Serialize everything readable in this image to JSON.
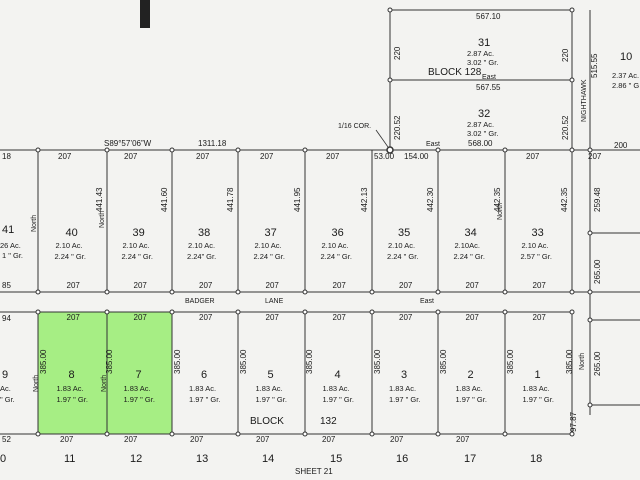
{
  "upper_block": {
    "lots": [
      {
        "num": "40",
        "acres": "2.10 Ac.",
        "gross": "2.24 \" Gr."
      },
      {
        "num": "39",
        "acres": "2.10 Ac.",
        "gross": "2.24 \" Gr."
      },
      {
        "num": "38",
        "acres": "2.10 Ac.",
        "gross": "2.24” Gr."
      },
      {
        "num": "37",
        "acres": "2.10 Ac.",
        "gross": "2.24 \" Gr."
      },
      {
        "num": "36",
        "acres": "2.10 Ac.",
        "gross": "2.24 \" Gr."
      },
      {
        "num": "35",
        "acres": "2.10 Ac.",
        "gross": "2.24 \" Gr."
      },
      {
        "num": "34",
        "acres": "2.10Ac.",
        "gross": "2.24 \" Gr."
      },
      {
        "num": "33",
        "acres": "2.10 Ac.",
        "gross": "2.57 \" Gr."
      }
    ],
    "partial_lot": {
      "num": "41",
      "acres": "26 Ac.",
      "gross": "1 \" Gr."
    },
    "depths": [
      "441.43",
      "441.60",
      "441.78",
      "441.95",
      "442.13",
      "442.30",
      "442.35",
      "442.35"
    ],
    "top_frontages": [
      "207",
      "207",
      "207",
      "207",
      "207",
      "207",
      "207"
    ],
    "bottom_frontages": [
      "207",
      "207",
      "207",
      "207",
      "207",
      "207",
      "207",
      "207"
    ],
    "left_edge_top": "18",
    "left_edge_bottom": "85"
  },
  "north_labels": [
    "North",
    "North",
    "North"
  ],
  "bearing": "S89°57’06”W",
  "bearing_distance": "1311.18",
  "corner_label": "1/16 COR.",
  "east_line": {
    "seg1": "53.00",
    "seg2": "154.00",
    "label": "East",
    "total": "568.00"
  },
  "block128": {
    "label": "BLOCK 128",
    "lot31": {
      "num": "31",
      "acres": "2.87 Ac.",
      "gross": "3.02 \" Gr.",
      "top": "567.10",
      "bottom": "567.55",
      "east": "East",
      "side_left": "220",
      "side_right": "220"
    },
    "lot32": {
      "num": "32",
      "acres": "2.87 Ac.",
      "gross": "3.02 \" Gr.",
      "side": "220.52",
      "side_right": "220.52"
    }
  },
  "right_block": {
    "lot10": {
      "num": "10",
      "acres": "2.37 Ac.",
      "gross": "2.86 \" G"
    },
    "dims": [
      "515.55",
      "200",
      "259.48",
      "265.00",
      "265.00"
    ],
    "street": "NIGHTHAWK"
  },
  "badger_lane": {
    "name": "BADGER",
    "suffix": "LANE",
    "east": "East"
  },
  "lower_block": {
    "lots": [
      {
        "num": "8",
        "acres": "1.83 Ac.",
        "gross": "1.97 \" Gr.",
        "highlight": true
      },
      {
        "num": "7",
        "acres": "1.83 Ac.",
        "gross": "1.97 \" Gr.",
        "highlight": true
      },
      {
        "num": "6",
        "acres": "1.83 Ac.",
        "gross": "1.97 \" Gr.",
        "highlight": false
      },
      {
        "num": "5",
        "acres": "1.83 Ac.",
        "gross": "1.97 \" Gr.",
        "highlight": false
      },
      {
        "num": "4",
        "acres": "1.83 Ac.",
        "gross": "1.97 \" Gr.",
        "highlight": false
      },
      {
        "num": "3",
        "acres": "1.83 Ac.",
        "gross": "1.97 \" Gr.",
        "highlight": false
      },
      {
        "num": "2",
        "acres": "1.83 Ac.",
        "gross": "1.97 \" Gr.",
        "highlight": false
      },
      {
        "num": "1",
        "acres": "1.83 Ac.",
        "gross": "1.97 \" Gr.",
        "highlight": false
      }
    ],
    "partial_lot": {
      "num": "9",
      "acres": "Ac.",
      "gross": "\" Gr."
    },
    "depths": [
      "385.00",
      "385.00",
      "385.00",
      "385.00",
      "385.00",
      "385.00",
      "385.00",
      "385.00",
      "385.00"
    ],
    "top_frontages": [
      "207",
      "207",
      "207",
      "207",
      "207",
      "207",
      "207",
      "207"
    ],
    "bottom_frontages": [
      "207",
      "207",
      "207",
      "207",
      "207",
      "207",
      "207"
    ],
    "left_edge_top": "94",
    "left_edge_bottom": "52",
    "block_label": "BLOCK",
    "block_num": "132",
    "corner_dim": "97.87",
    "right_dim": "265.00"
  },
  "lot_strip": [
    "0",
    "11",
    "12",
    "13",
    "14",
    "15",
    "16",
    "17",
    "18"
  ],
  "sheet_label": "SHEET 21",
  "colors": {
    "highlight": "#a6ee84",
    "line": "#333333",
    "paper": "#f3f3f1"
  }
}
